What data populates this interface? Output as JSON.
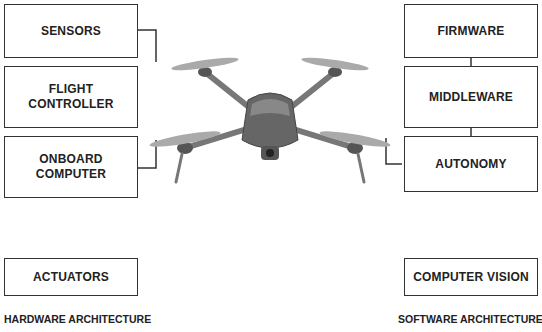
{
  "diagram": {
    "nodes": [
      {
        "text": [
          "SENSORS"
        ]
      },
      {
        "text": [
          "FLIGHT CONTROLLER"
        ]
      },
      {
        "text": [
          "ONBOARD COMPUTER"
        ]
      },
      {
        "text": [
          "ACTUATORS"
        ]
      },
      {
        "text": [
          "FIRMWARE"
        ]
      },
      {
        "text": [
          "MIDDLEWARE"
        ]
      },
      {
        "text": [
          "AUTONOMY"
        ]
      },
      {
        "text": [
          "COMPUTER VISION"
        ]
      }
    ],
    "edges": [
      {
        "from": 4,
        "to": 5,
        "arrow": "none"
      },
      {
        "from": 5,
        "to": 6,
        "arrow": "none"
      }
    ],
    "labels": [
      "HARDWARE ARCHITECTURE",
      "SOFTWARE ARCHITECTURE"
    ]
  }
}
